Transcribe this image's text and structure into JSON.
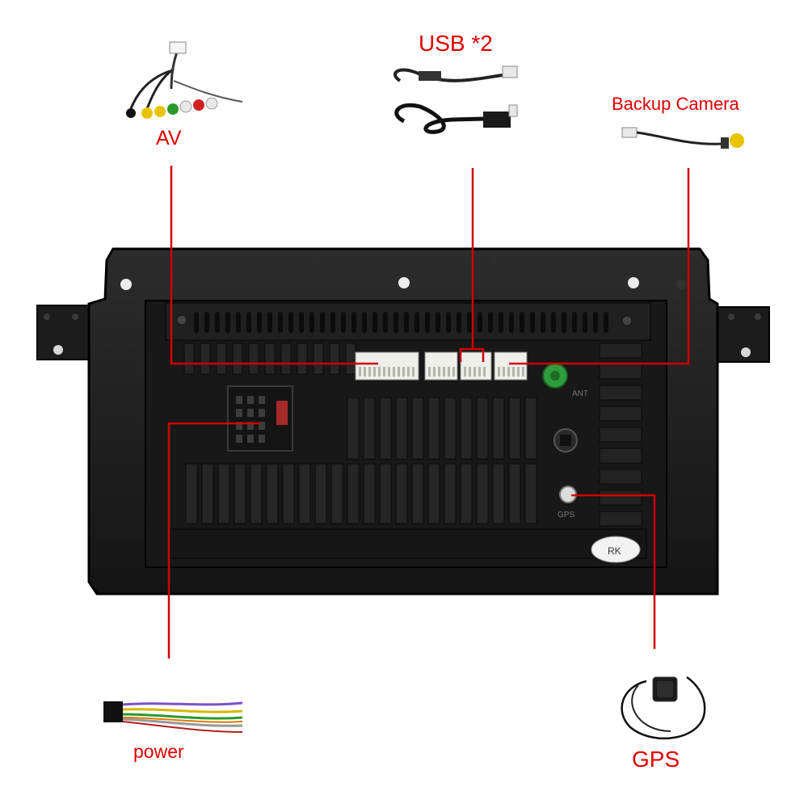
{
  "labels": {
    "usb": "USB *2",
    "av": "AV",
    "backup_camera": "Backup Camera",
    "power": "power",
    "gps": "GPS"
  },
  "panel_marks": {
    "antenna_port": "ANT",
    "gps_port": "GPS",
    "sticker": "RK"
  },
  "colors": {
    "callout_line": "#d00000",
    "label_text": "#e00000",
    "unit_body": "#1e1e1e",
    "connector": "#eeeeea",
    "antenna_port": "#2f9e3a"
  }
}
